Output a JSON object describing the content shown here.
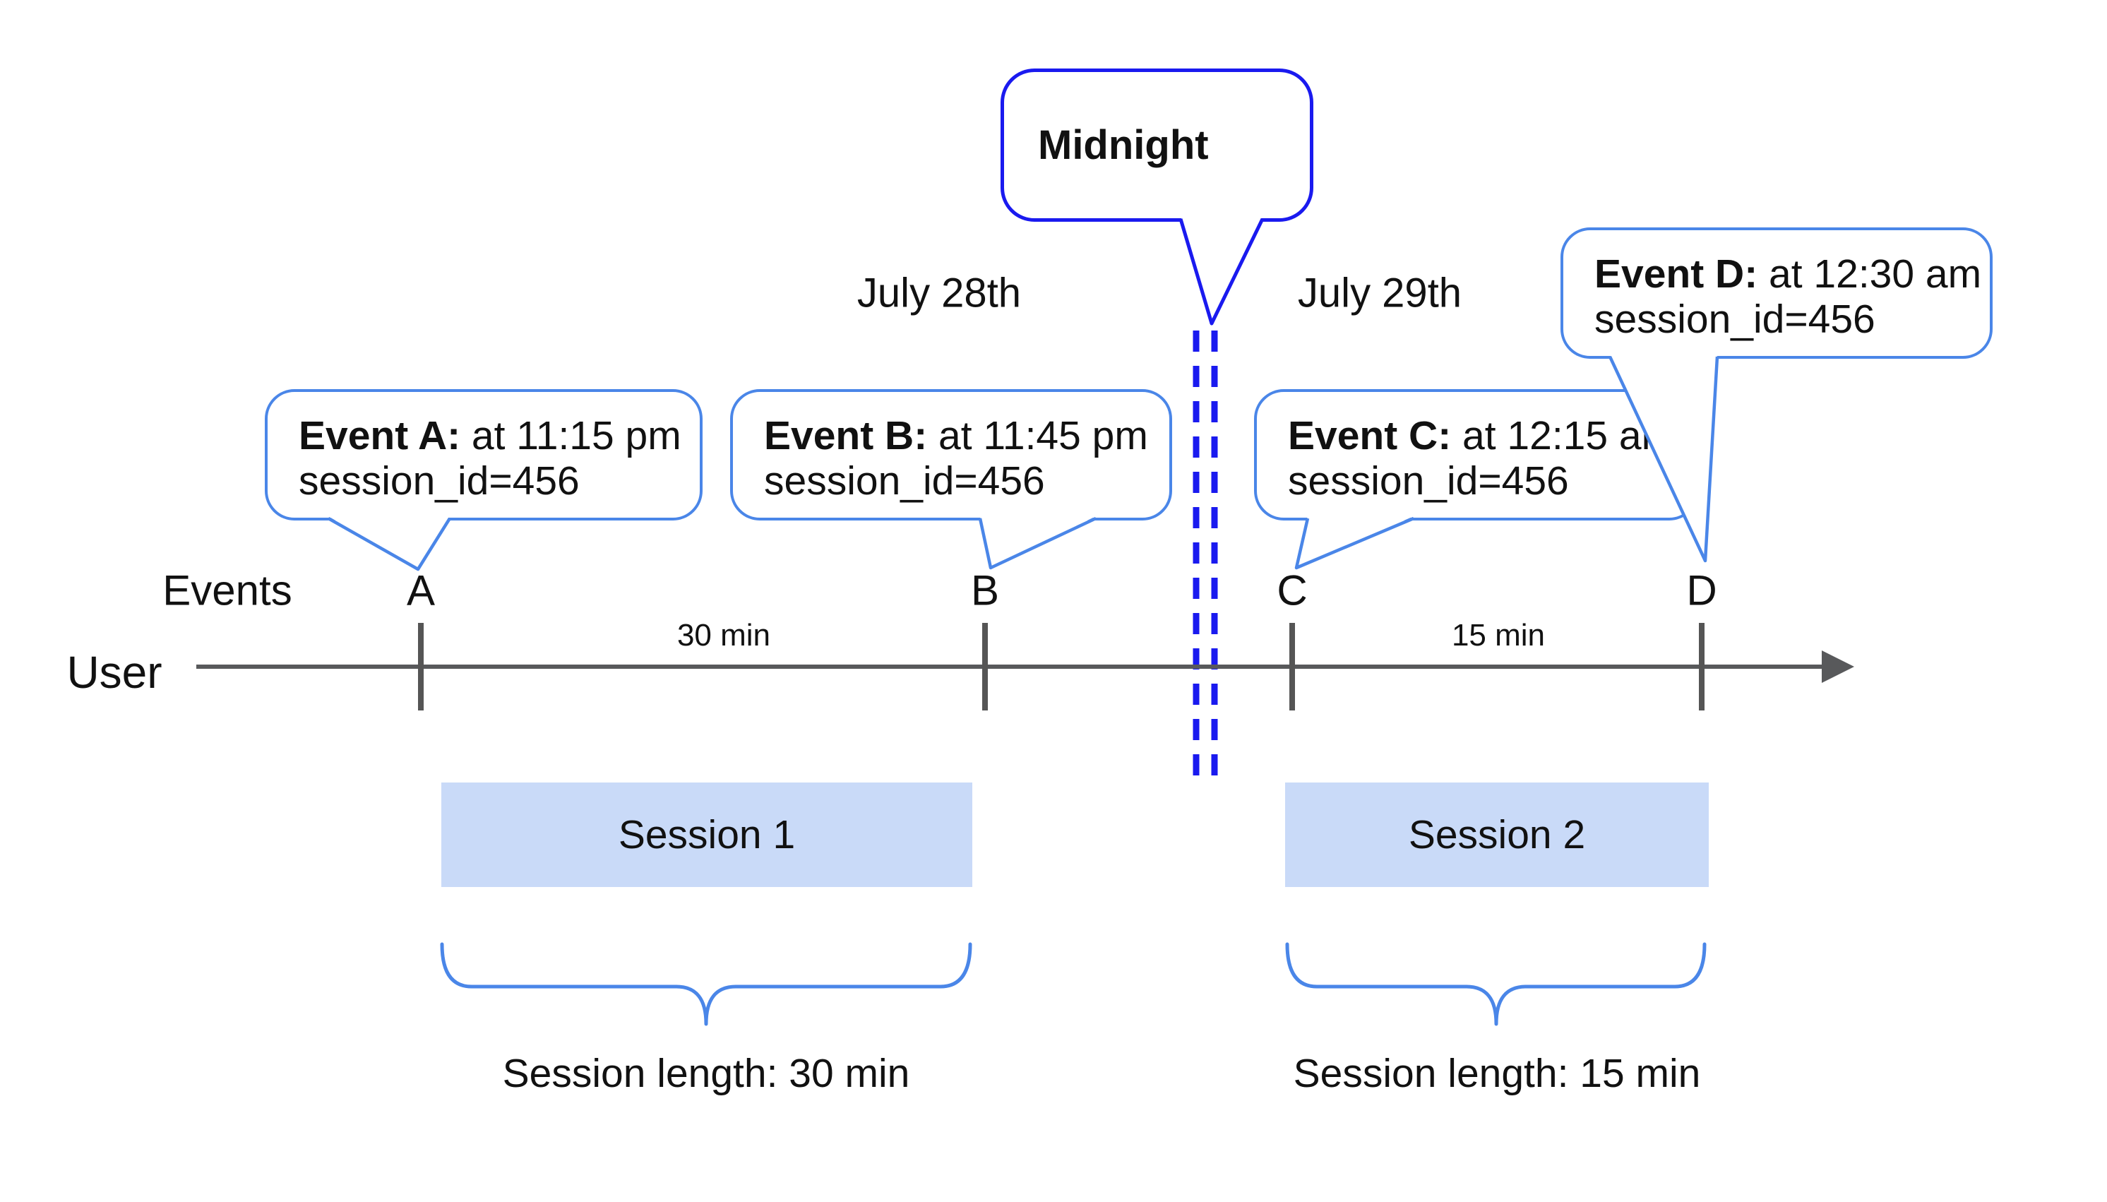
{
  "diagram": {
    "midnight_bubble": {
      "label": "Midnight"
    },
    "dates": {
      "left": "July 28th",
      "right": "July 29th"
    },
    "axis": {
      "events_caption": "Events",
      "user_label": "User"
    },
    "events": [
      {
        "label": "A",
        "title": "Event A:",
        "time": " at 11:15 pm",
        "session_id": "session_id=456"
      },
      {
        "label": "B",
        "title": "Event B:",
        "time": " at 11:45 pm",
        "session_id": "session_id=456"
      },
      {
        "label": "C",
        "title": "Event C:",
        "time": " at 12:15 am",
        "session_id": "session_id=456"
      },
      {
        "label": "D",
        "title": "Event D:",
        "time": " at 12:30 am",
        "session_id": "session_id=456"
      }
    ],
    "gaps": [
      {
        "label": "30 min"
      },
      {
        "label": "15 min"
      }
    ],
    "sessions": [
      {
        "label": "Session 1",
        "length_label": "Session length: 30 min"
      },
      {
        "label": "Session 2",
        "length_label": "Session length: 15 min"
      }
    ],
    "colors": {
      "event_bubble_border": "#4a86e8",
      "midnight_border_and_dashes": "#1a1aef",
      "session_bar_fill": "#c9daf8",
      "axis_gray": "#58595b",
      "text": "#111111"
    }
  }
}
